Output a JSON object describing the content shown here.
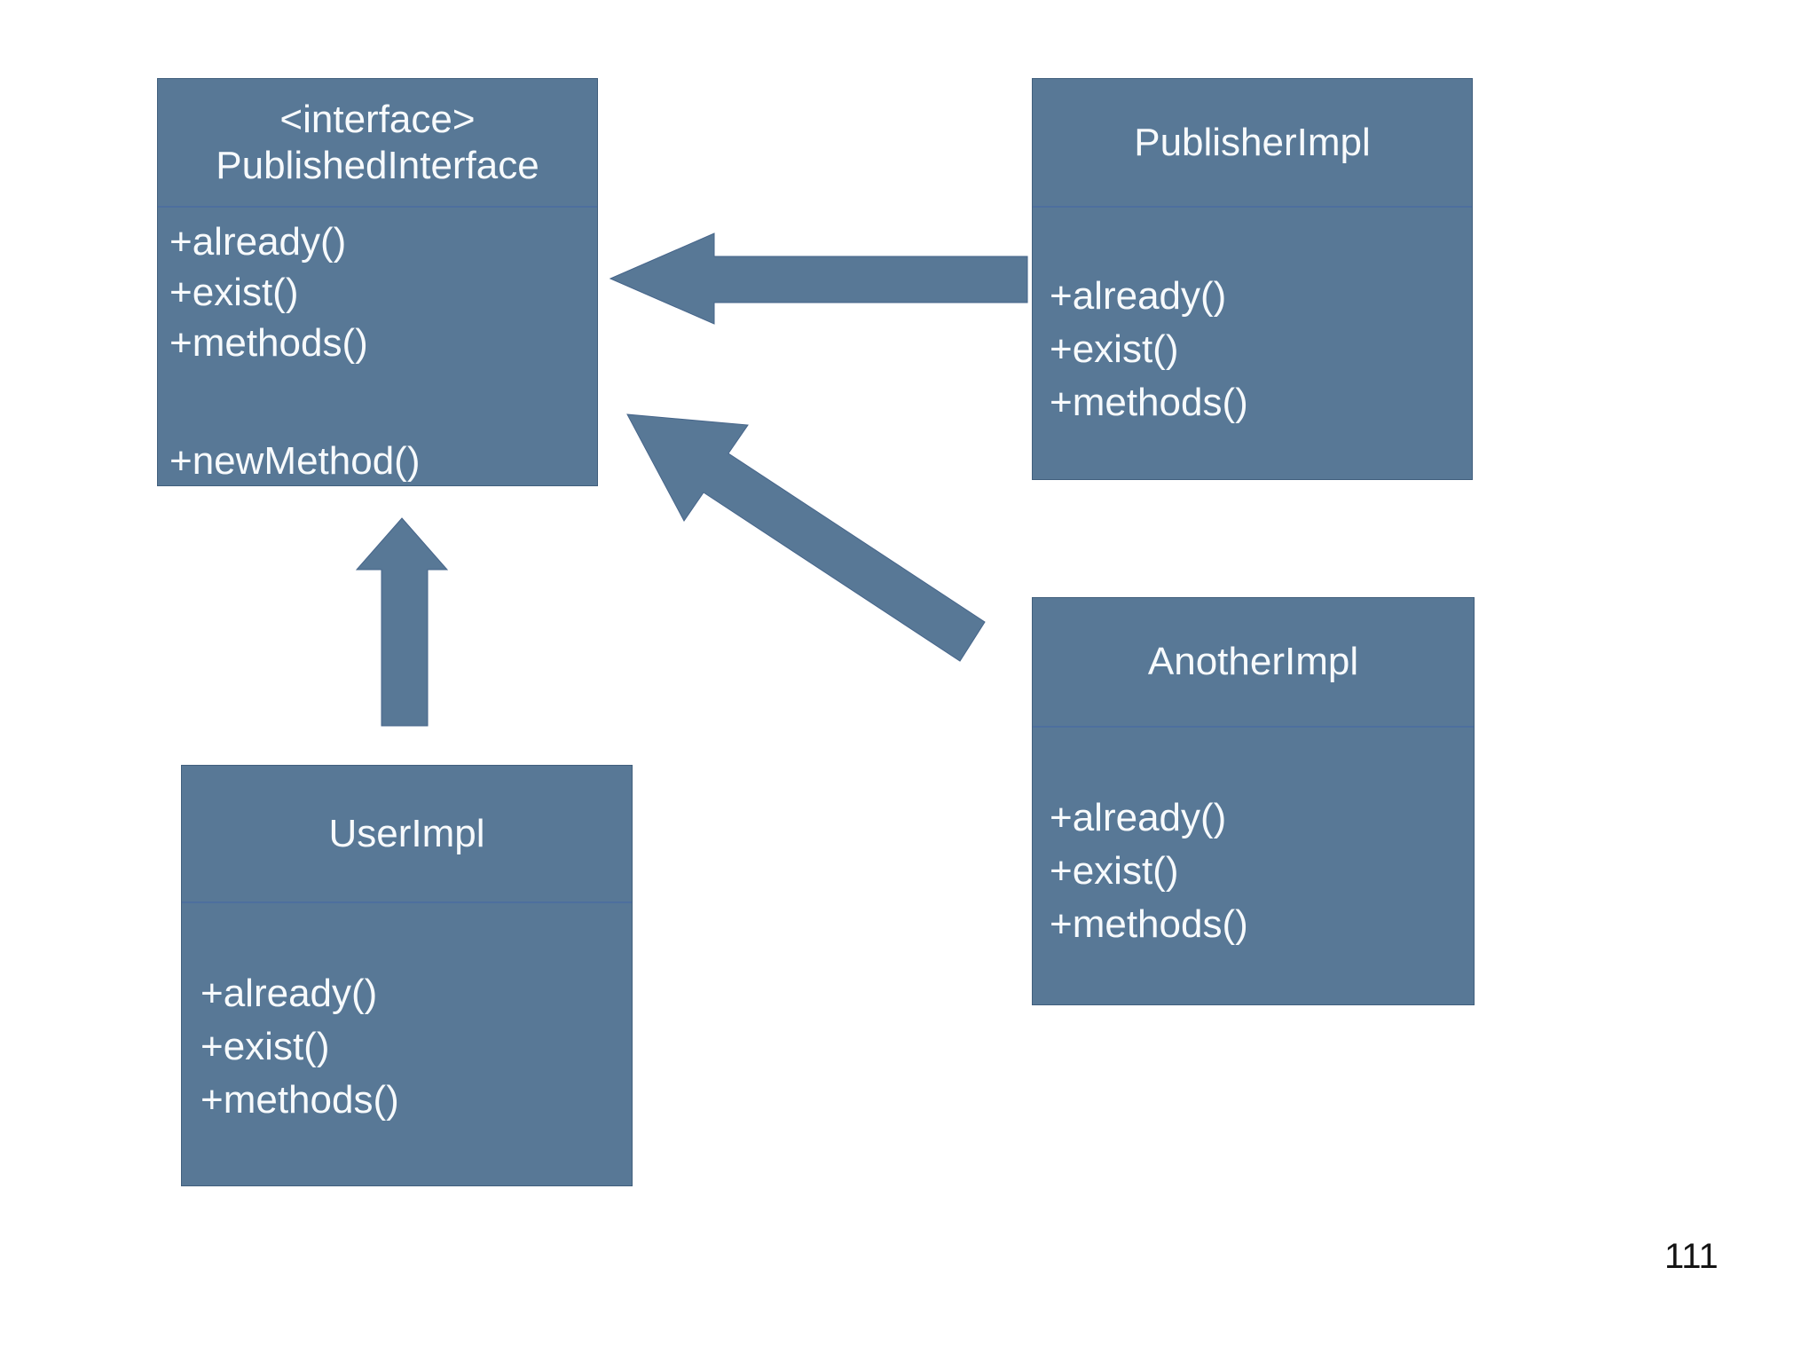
{
  "colors": {
    "box_fill": "#587896",
    "box_border": "#264060",
    "divider": "#4d6f9e",
    "text": "#f7fafc",
    "arrow_fill": "#587896",
    "arrow_stroke": "#46658a",
    "page_number_color": "#141414",
    "background": "#ffffff"
  },
  "classes": [
    {
      "id": "published-interface",
      "stereotype": "<interface>",
      "name": "PublishedInterface",
      "methods": [
        "+already()",
        "+exist()",
        "+methods()"
      ],
      "new_method": "+newMethod()"
    },
    {
      "id": "publisher-impl",
      "name": "PublisherImpl",
      "methods": [
        "+already()",
        "+exist()",
        "+methods()"
      ]
    },
    {
      "id": "another-impl",
      "name": "AnotherImpl",
      "methods": [
        "+already()",
        "+exist()",
        "+methods()"
      ]
    },
    {
      "id": "user-impl",
      "name": "UserImpl",
      "methods": [
        "+already()",
        "+exist()",
        "+methods()"
      ]
    }
  ],
  "relationships": [
    {
      "from": "PublisherImpl",
      "to": "PublishedInterface",
      "type": "block-arrow"
    },
    {
      "from": "AnotherImpl",
      "to": "PublishedInterface",
      "type": "block-arrow"
    },
    {
      "from": "UserImpl",
      "to": "PublishedInterface",
      "type": "block-arrow"
    }
  ],
  "page": {
    "number": "111"
  }
}
